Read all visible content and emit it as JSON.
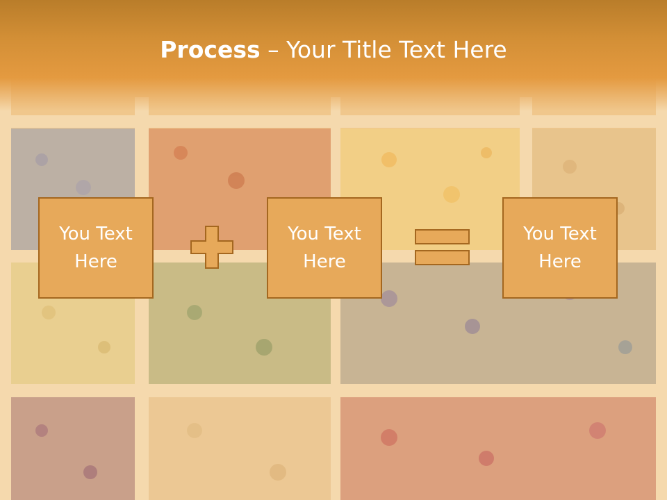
{
  "title": {
    "bold": "Process",
    "separator": " – ",
    "rest": "Your Title Text Here"
  },
  "boxes": [
    {
      "text": "You Text Here"
    },
    {
      "text": "You Text Here"
    },
    {
      "text": "You Text Here"
    }
  ],
  "operators": [
    "plus-icon",
    "equals-icon"
  ],
  "colors": {
    "header": "#d38f36",
    "box_fill": "#e7a95a",
    "box_border": "#a4671f",
    "text": "#ffffff"
  }
}
